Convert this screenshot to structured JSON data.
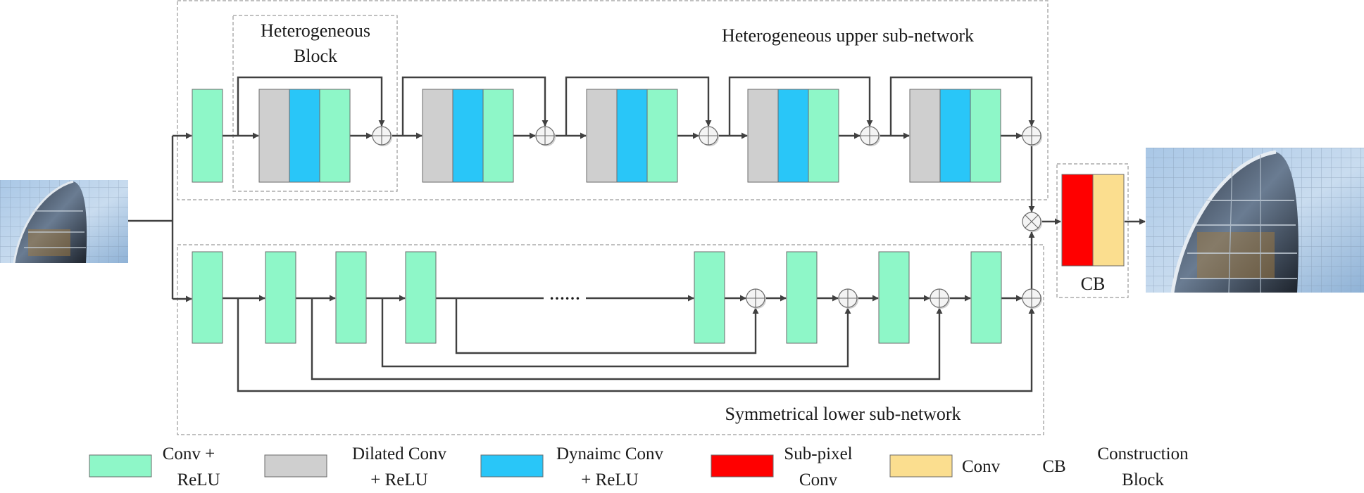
{
  "colors": {
    "conv_relu": "#8ef7c8",
    "dilated": "#cfcfcf",
    "dynamic": "#29c6f8",
    "subpixel": "#ff0000",
    "conv": "#fbde8f",
    "line": "#404040",
    "dash": "#9a9a9a"
  },
  "labels": {
    "upper_title": "Heterogeneous upper sub-network",
    "lower_title": "Symmetrical lower sub-network",
    "hetero_line1": "Heterogeneous",
    "hetero_line2": "Block",
    "cb": "CB",
    "dots": "……"
  },
  "legend": [
    {
      "type": "conv_relu",
      "line1": "Conv +",
      "line2": "ReLU"
    },
    {
      "type": "dilated",
      "line1": "Dilated Conv",
      "line2": "+ ReLU"
    },
    {
      "type": "dynamic",
      "line1": "Dynaimc Conv",
      "line2": "+ ReLU"
    },
    {
      "type": "subpixel",
      "line1": "Sub-pixel",
      "line2": "Conv"
    },
    {
      "type": "conv",
      "line1": "Conv",
      "line2": ""
    },
    {
      "type": "cb",
      "abbr": "CB",
      "line1": "Construction",
      "line2": "Block"
    }
  ],
  "icons": {
    "input": "input-image-icon",
    "output": "output-image-icon",
    "add": "add-circle-icon",
    "multiply": "multiply-circle-icon"
  }
}
